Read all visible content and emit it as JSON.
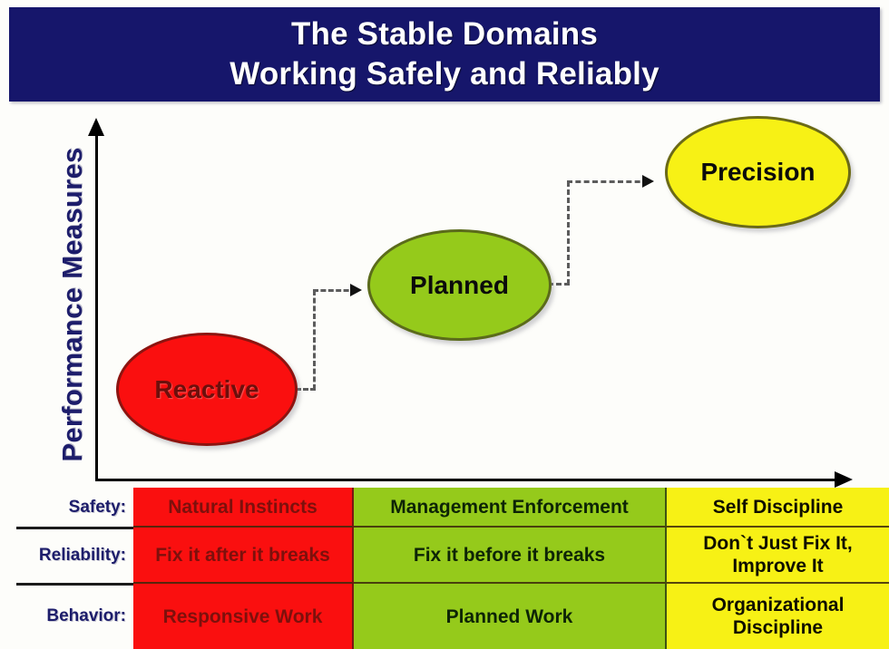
{
  "title": {
    "line1": "The Stable Domains",
    "line2": "Working Safely and Reliably"
  },
  "axes": {
    "y_label": "Performance Measures",
    "x_label": ""
  },
  "nodes": [
    {
      "id": "reactive",
      "label": "Reactive",
      "color": "#fa0f0f",
      "border": "#8c1410"
    },
    {
      "id": "planned",
      "label": "Planned",
      "color": "#95ca1b",
      "border": "#5b6b1b"
    },
    {
      "id": "precision",
      "label": "Precision",
      "color": "#f7f115",
      "border": "#6b6a17"
    }
  ],
  "matrix": {
    "row_labels": [
      "Safety:",
      "Reliability:",
      "Behavior:"
    ],
    "column_colors": [
      "#fa0f0f",
      "#95ca1b",
      "#f7f115"
    ],
    "rows": [
      {
        "label": "Safety:",
        "cells": [
          "Natural Instincts",
          "Management Enforcement",
          "Self Discipline"
        ]
      },
      {
        "label": "Reliability:",
        "cells": [
          "Fix it after it breaks",
          "Fix it before it breaks",
          "Don`t Just Fix It, Improve It"
        ]
      },
      {
        "label": "Behavior:",
        "cells": [
          "Responsive Work",
          "Planned Work",
          "Organizational Discipline"
        ]
      }
    ]
  },
  "colors": {
    "banner": "#16166b",
    "banner_text": "#ffffff",
    "label_navy": "#1d1d6b",
    "connector": "#5c5c5c",
    "axis": "#000000",
    "background": "#fdfdfa"
  }
}
